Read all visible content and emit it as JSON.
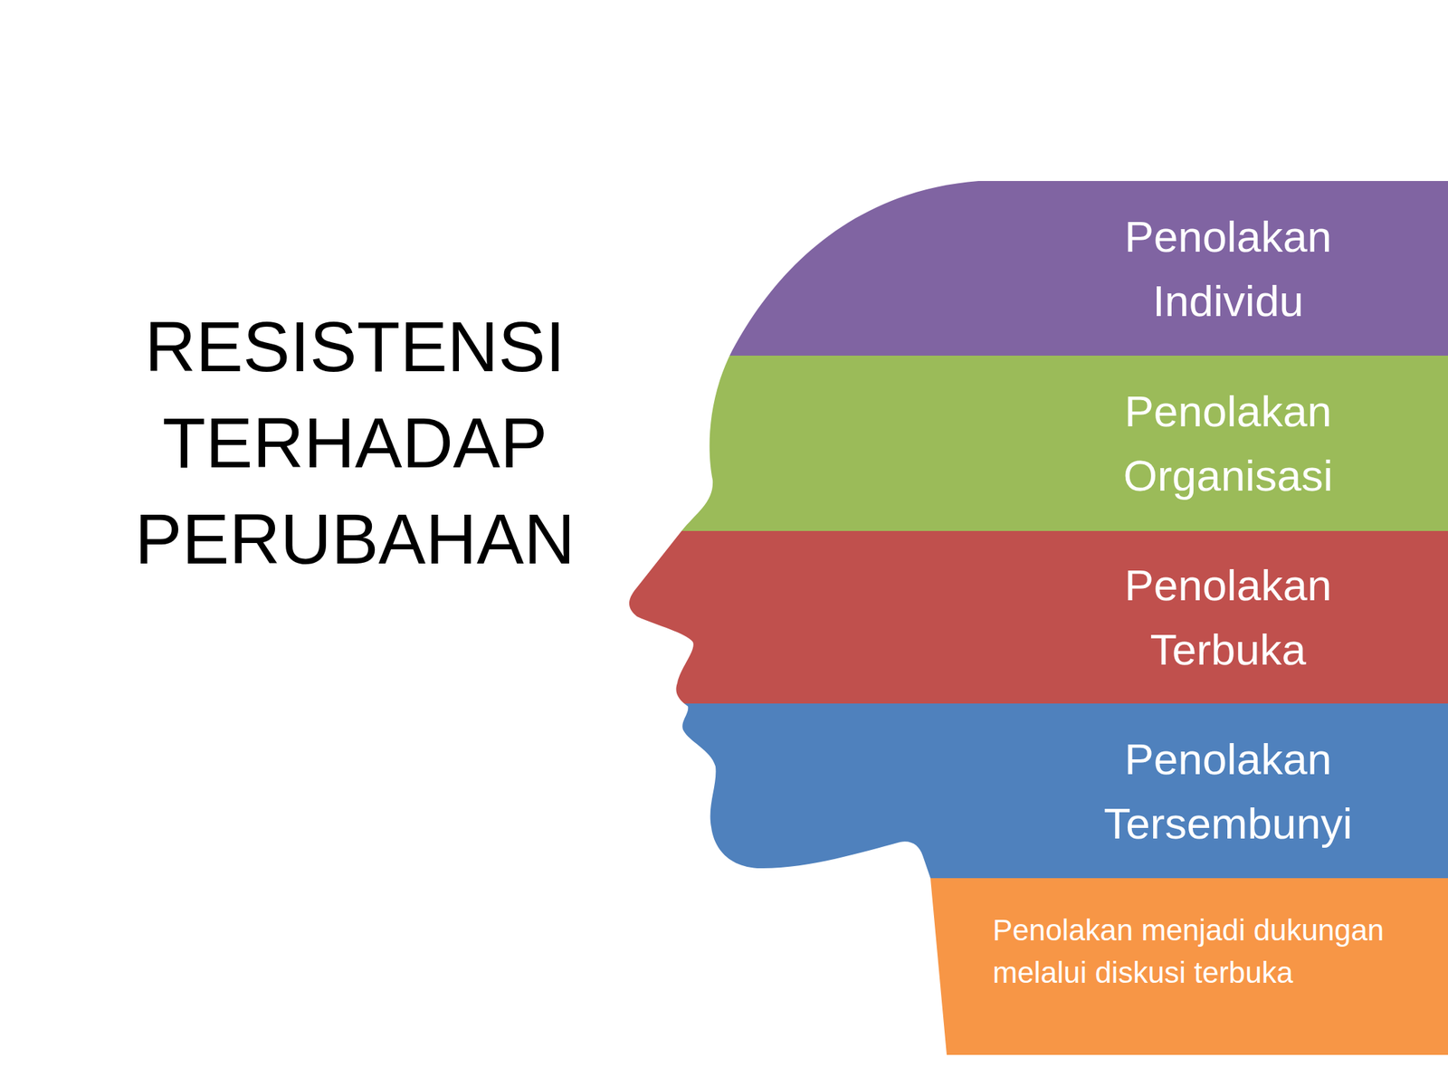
{
  "diagram": {
    "title": "RESISTENSI TERHADAP PERUBAHAN",
    "nodes": [
      {
        "text": [
          "Penolakan Individu"
        ]
      },
      {
        "text": [
          "Penolakan Organisasi"
        ]
      },
      {
        "text": [
          "Penolakan Terbuka"
        ]
      },
      {
        "text": [
          "Penolakan Tersembunyi"
        ]
      },
      {
        "text": [
          "Penolakan menjadi dukungan melalui diskusi terbuka"
        ]
      }
    ]
  }
}
